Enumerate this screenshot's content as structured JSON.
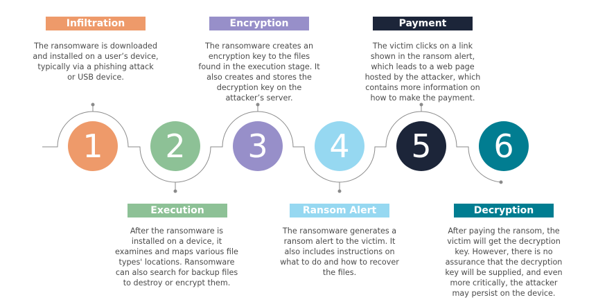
{
  "colors": {
    "infiltration": "#EE9A6A",
    "execution": "#8DC196",
    "encryption": "#978FC9",
    "ransom_alert": "#96D8F1",
    "payment": "#1C2539",
    "decryption": "#017D91",
    "connector": "#8a8a8a",
    "text": "#4a4a4a"
  },
  "steps": [
    {
      "number": "1",
      "title": "Infiltration",
      "lines": [
        "The ransomware is downloaded",
        "and installed on a user’s device,",
        "typically via a phishing attack",
        "or USB device."
      ]
    },
    {
      "number": "2",
      "title": "Execution",
      "lines": [
        "After the ransomware is",
        "installed on a device, it",
        "examines and maps various file",
        "types' locations. Ransomware",
        "can also search for backup files",
        "to destroy or encrypt them."
      ]
    },
    {
      "number": "3",
      "title": "Encryption",
      "lines": [
        "The ransomware creates an",
        "encryption key to the files",
        "found in the execution stage. It",
        "also creates and stores the",
        "decryption key on the",
        "attacker’s server."
      ]
    },
    {
      "number": "4",
      "title": "Ransom Alert",
      "lines": [
        "The ransomware generates a",
        "ransom alert to the victim. It",
        "also includes instructions on",
        "what to do and how to recover",
        "the files."
      ]
    },
    {
      "number": "5",
      "title": "Payment",
      "lines": [
        "The victim clicks on a link",
        "shown in the ransom alert,",
        "which leads to a web page",
        "hosted by the attacker, which",
        "contains more information on",
        "how to make the payment."
      ]
    },
    {
      "number": "6",
      "title": "Decryption",
      "lines": [
        "After paying the ransom, the",
        "victim will get the decryption",
        "key. However, there is no",
        "assurance that the decryption",
        "key will be supplied, and even",
        "more critically, the attacker",
        "may persist on the device."
      ]
    }
  ]
}
